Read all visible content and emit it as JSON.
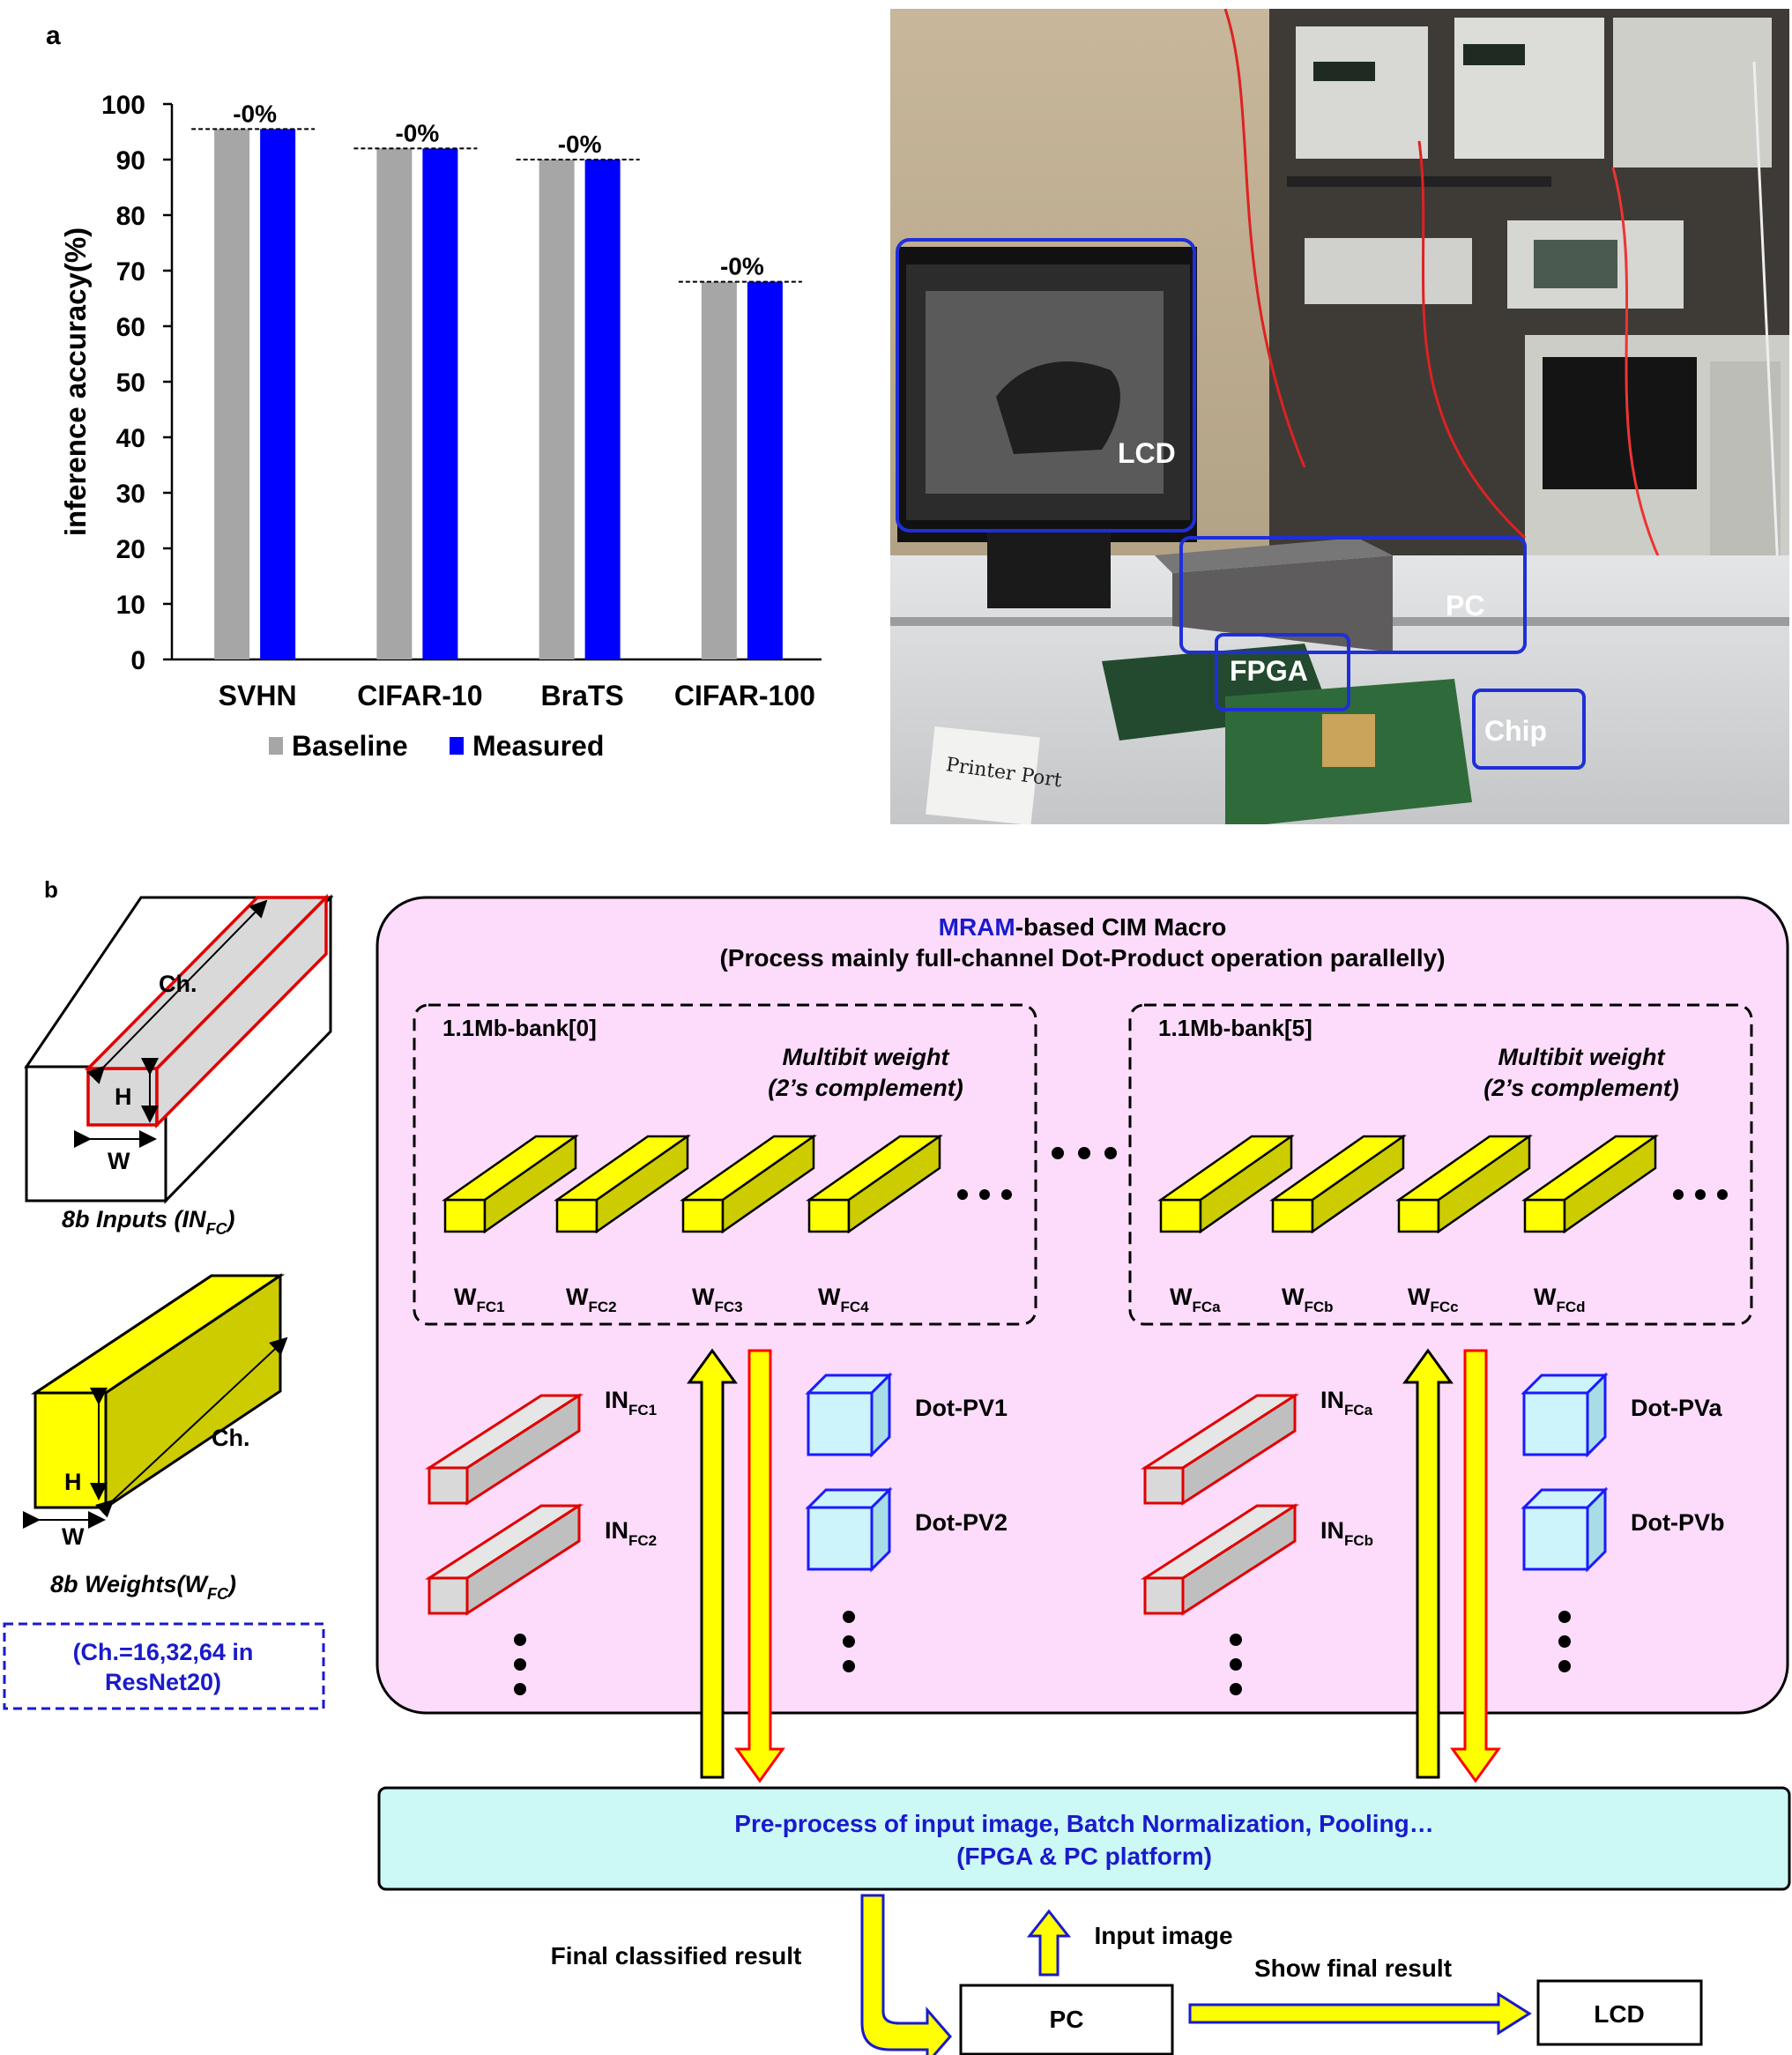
{
  "panel_a": {
    "label": "a",
    "chart_data": {
      "type": "bar",
      "categories": [
        "SVHN",
        "CIFAR-10",
        "BraTS",
        "CIFAR-100"
      ],
      "series": [
        {
          "name": "Baseline",
          "values": [
            95.5,
            92,
            90,
            68
          ],
          "color": "#a6a6a6"
        },
        {
          "name": "Measured",
          "values": [
            95.5,
            92,
            90,
            68
          ],
          "color": "#0000ff"
        }
      ],
      "diff_labels": [
        "-0%",
        "-0%",
        "-0%",
        "-0%"
      ],
      "ylabel": "inference accuracy(%)",
      "xlabel": "",
      "ylim": [
        0,
        100
      ],
      "yticks": [
        0,
        10,
        20,
        30,
        40,
        50,
        60,
        70,
        80,
        90,
        100
      ],
      "legend_position": "bottom",
      "grid": false
    }
  },
  "photo": {
    "labels": {
      "lcd": "LCD",
      "pc": "PC",
      "fpga": "FPGA",
      "chip": "Chip"
    },
    "sticker": "Printer Port",
    "box_color": "#1f2fd8"
  },
  "panel_b": {
    "label": "b",
    "inputs_caption": "8b Inputs (IN",
    "inputs_caption_sub": "FC",
    "inputs_caption_tail": ")",
    "weights_caption": "8b Weights(W",
    "weights_caption_sub": "FC",
    "weights_caption_tail": ")",
    "dim_ch": "Ch.",
    "dim_h": "H",
    "dim_w": "W",
    "resnet_note_1": "(Ch.=16,32,64 in",
    "resnet_note_2": "ResNet20)",
    "macro_title_1": "MRAM",
    "macro_title_2": "-based CIM Macro",
    "macro_subtitle": "(Process mainly full-channel Dot-Product operation parallelly)",
    "banks": [
      {
        "name": "1.1Mb-bank[0]",
        "weight_title_1": "Multibit weight",
        "weight_title_2": "(2’s complement)",
        "weights": [
          "FC1",
          "FC2",
          "FC3",
          "FC4"
        ],
        "inputs": [
          "FC1",
          "FC2"
        ],
        "dots": [
          "Dot-PV1",
          "Dot-PV2"
        ]
      },
      {
        "name": "1.1Mb-bank[5]",
        "weight_title_1": "Multibit weight",
        "weight_title_2": "(2’s complement)",
        "weights": [
          "FCa",
          "FCb",
          "FCc",
          "FCd"
        ],
        "inputs": [
          "FCa",
          "FCb"
        ],
        "dots": [
          "Dot-PVa",
          "Dot-PVb"
        ]
      }
    ],
    "weight_prefix": "W",
    "input_prefix": "IN",
    "preprocess_1": "Pre-process of input image, Batch Normalization, Pooling…",
    "preprocess_2": "(FPGA & PC platform)",
    "final_result": "Final classified result",
    "input_image": "Input image",
    "show_final": "Show final result",
    "pc": "PC",
    "lcd": "LCD",
    "colors": {
      "macro_bg": "#fcdcfa",
      "preprocess_bg": "#ccf8f6",
      "blue_text": "#1a1acc",
      "yellow": "#ffff00",
      "red": "#ff0000",
      "cyan_cube": "#ccf4fa",
      "cube_border": "#1a1aff"
    }
  }
}
